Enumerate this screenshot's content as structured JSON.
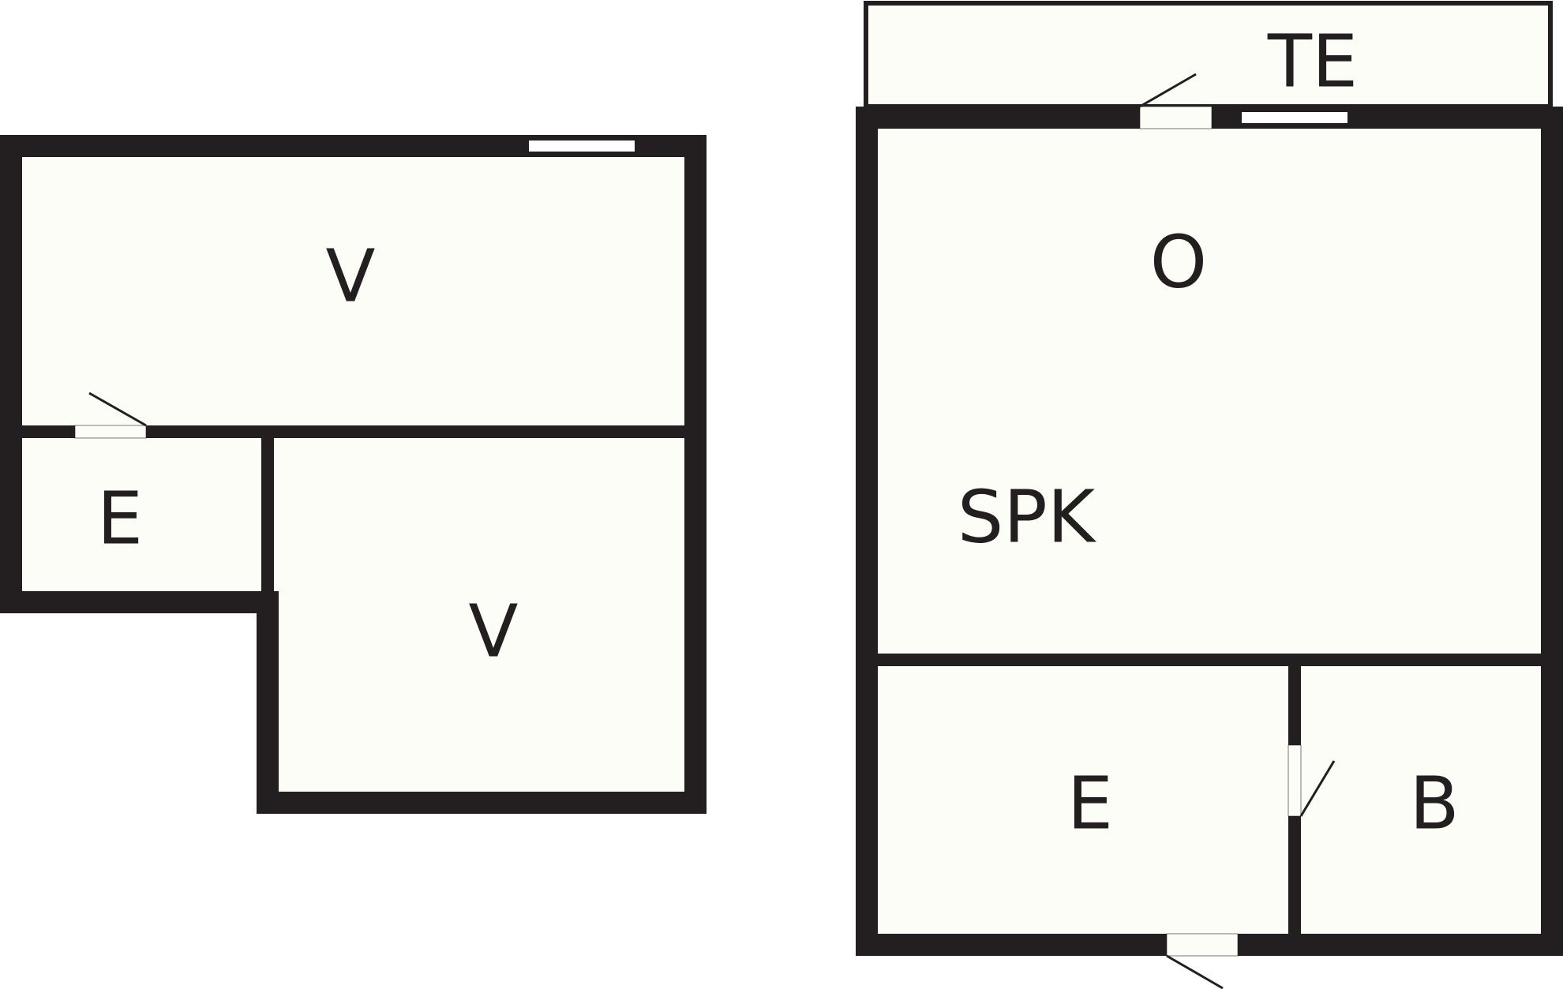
{
  "colors": {
    "background": "#ffffff",
    "floor": "#fdfdf8",
    "wall": "#231f20",
    "opening": "#fdfdf8",
    "window": "#ffffff"
  },
  "labels": {
    "storage_room_upper": "V",
    "storage_room_lower": "V",
    "entry_left": "E",
    "terrace": "TE",
    "living_room": "O",
    "kitchen_area": "SPK",
    "entry_right": "E",
    "bathroom": "B"
  }
}
